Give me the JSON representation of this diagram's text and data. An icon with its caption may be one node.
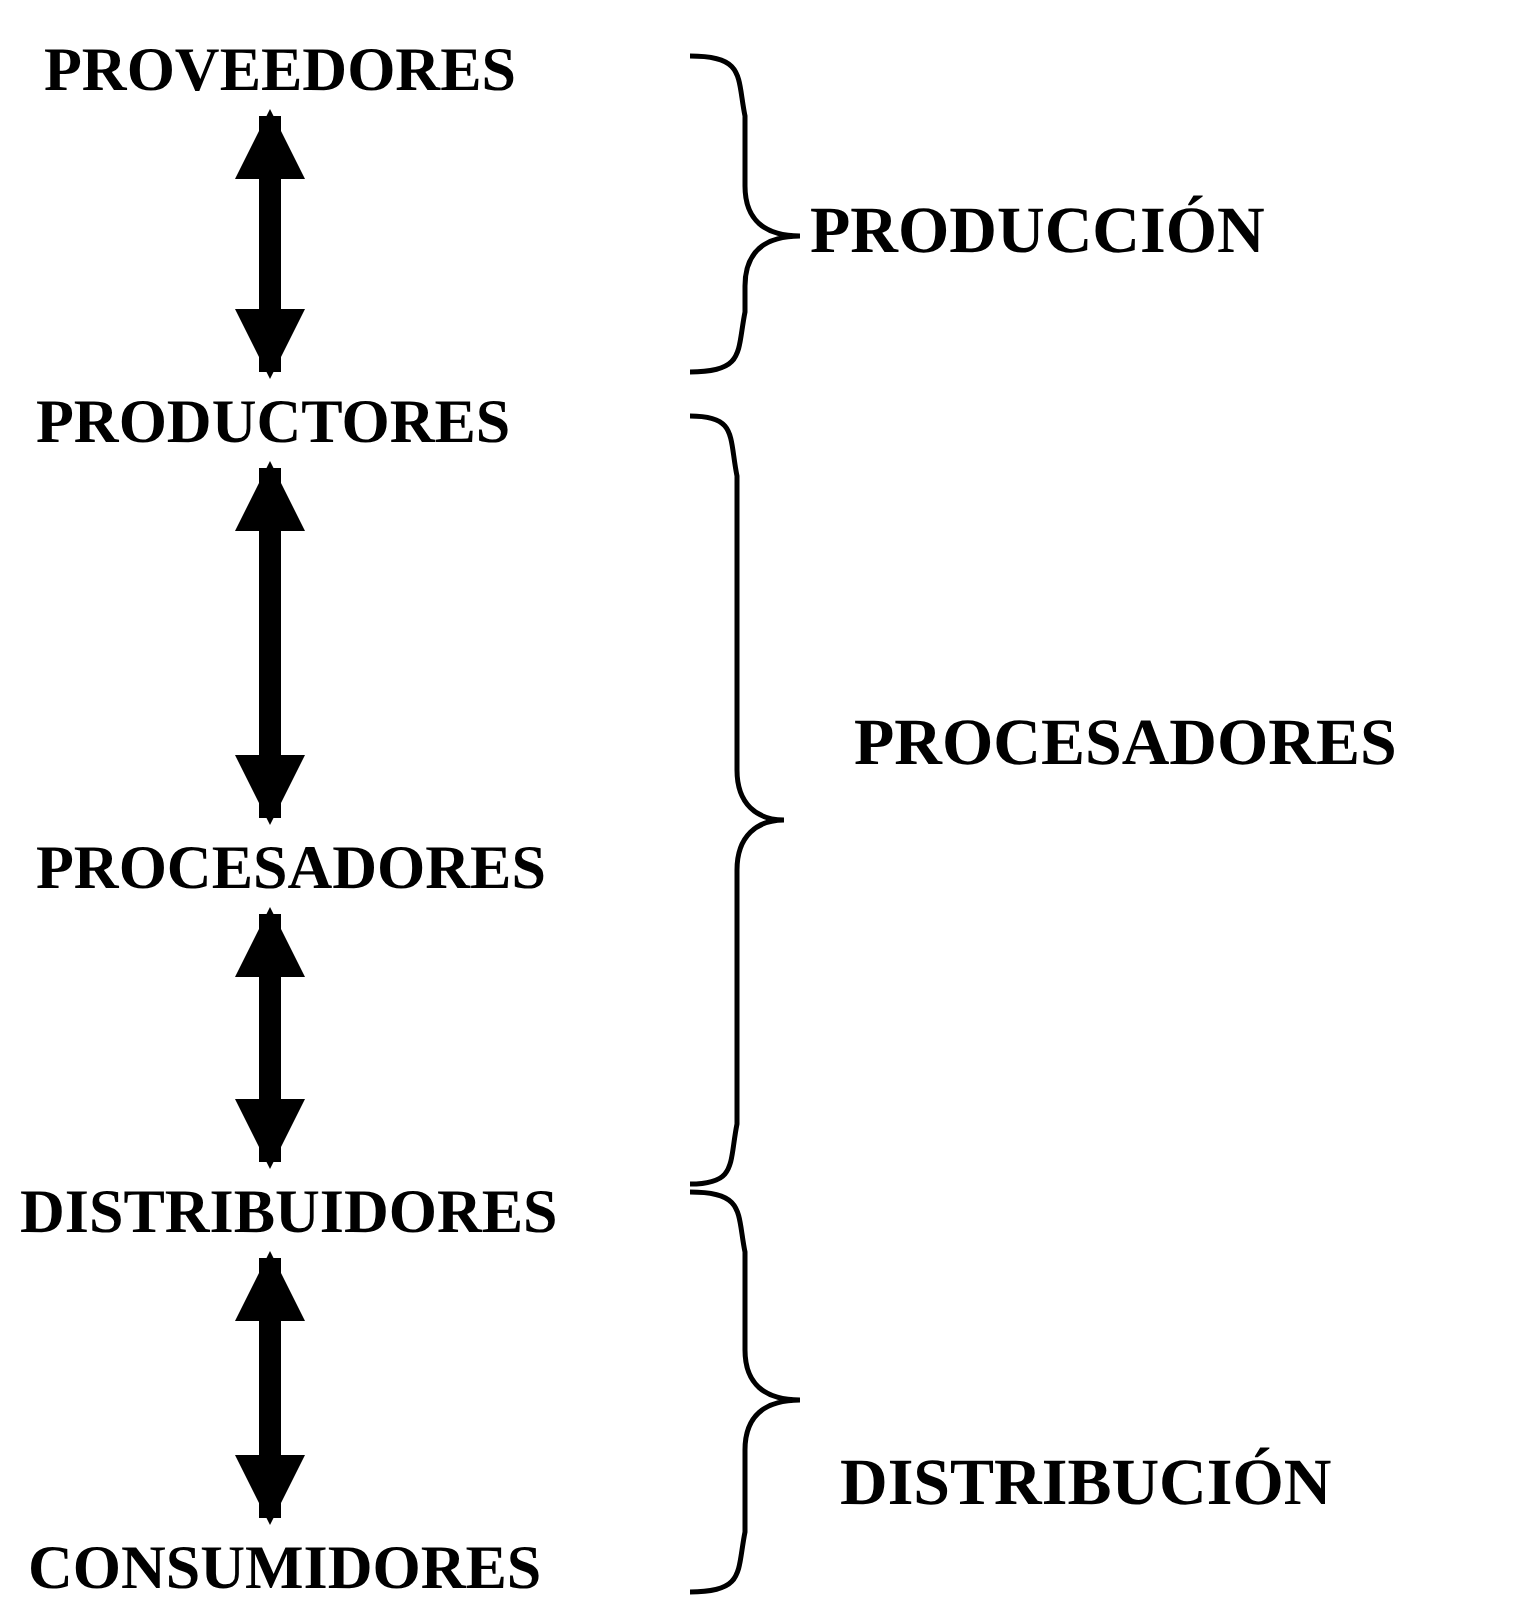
{
  "diagram": {
    "nodes": [
      {
        "text": [
          "PROVEEDORES"
        ]
      },
      {
        "text": [
          "PRODUCTORES"
        ]
      },
      {
        "text": [
          "PROCESADORES"
        ]
      },
      {
        "text": [
          "DISTRIBUIDORES"
        ]
      },
      {
        "text": [
          "CONSUMIDORES"
        ]
      }
    ],
    "edges": [
      {
        "from": 0,
        "to": 1,
        "arrow": "both"
      },
      {
        "from": 1,
        "to": 2,
        "arrow": "both"
      },
      {
        "from": 2,
        "to": 3,
        "arrow": "both"
      },
      {
        "from": 3,
        "to": 4,
        "arrow": "both"
      }
    ],
    "labels": [
      "PRODUCCIÓN",
      "PROCESADORES",
      "DISTRIBUCIÓN"
    ]
  }
}
